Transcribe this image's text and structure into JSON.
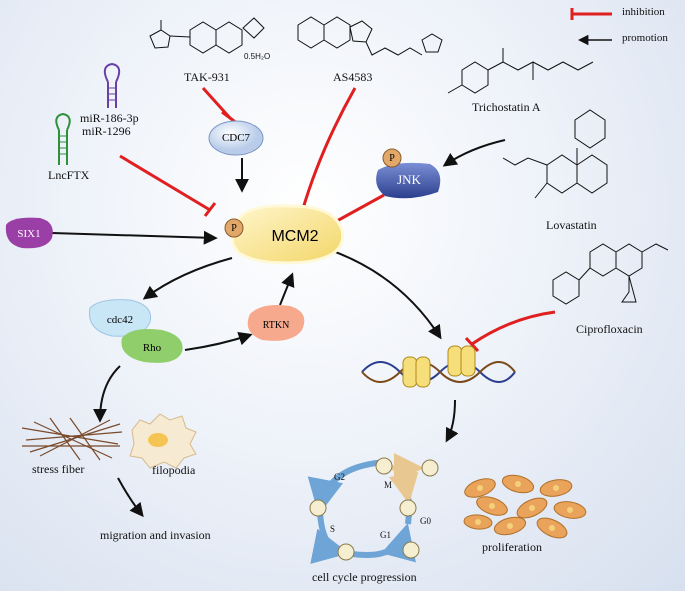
{
  "legend": {
    "inhibition": "inhibition",
    "promotion": "promotion"
  },
  "drugs": {
    "tak931": "TAK-931",
    "tak931_salt": "0.5H₂O",
    "as4583": "AS4583",
    "trichostatin": "Trichostatin A",
    "lovastatin": "Lovastatin",
    "ciprofloxacin": "Ciprofloxacin"
  },
  "rna": {
    "mir1": "miR-186-3p",
    "mir2": "miR-1296",
    "lnc": "LncFTX"
  },
  "nodes": {
    "cdc7": "CDC7",
    "jnk": "JNK",
    "phospho": "P",
    "mcm2": "MCM2",
    "six1": "SIX1",
    "cdc42": "cdc42",
    "rho": "Rho",
    "rtkn": "RTKN"
  },
  "outcomes": {
    "stress_fiber": "stress fiber",
    "filopodia": "filopodia",
    "migration": "migration and invasion",
    "proliferation": "proliferation",
    "cell_cycle": "cell cycle progression"
  },
  "phases": {
    "g2": "G2",
    "m": "M",
    "g0": "G0",
    "g1": "G1",
    "s": "S"
  },
  "colors": {
    "inhibition": "#e02020",
    "promotion": "#111111",
    "mcm2": "#fbe79a",
    "cdc7": "#cfe0f6",
    "jnk": "#3a4fa0",
    "six1": "#9a3fa6",
    "cdc42": "#c9e6f6",
    "rho": "#8fce6a",
    "rtkn": "#f6a98c",
    "phospho": "#e2a86a",
    "cycle": "#6fa5d6"
  }
}
